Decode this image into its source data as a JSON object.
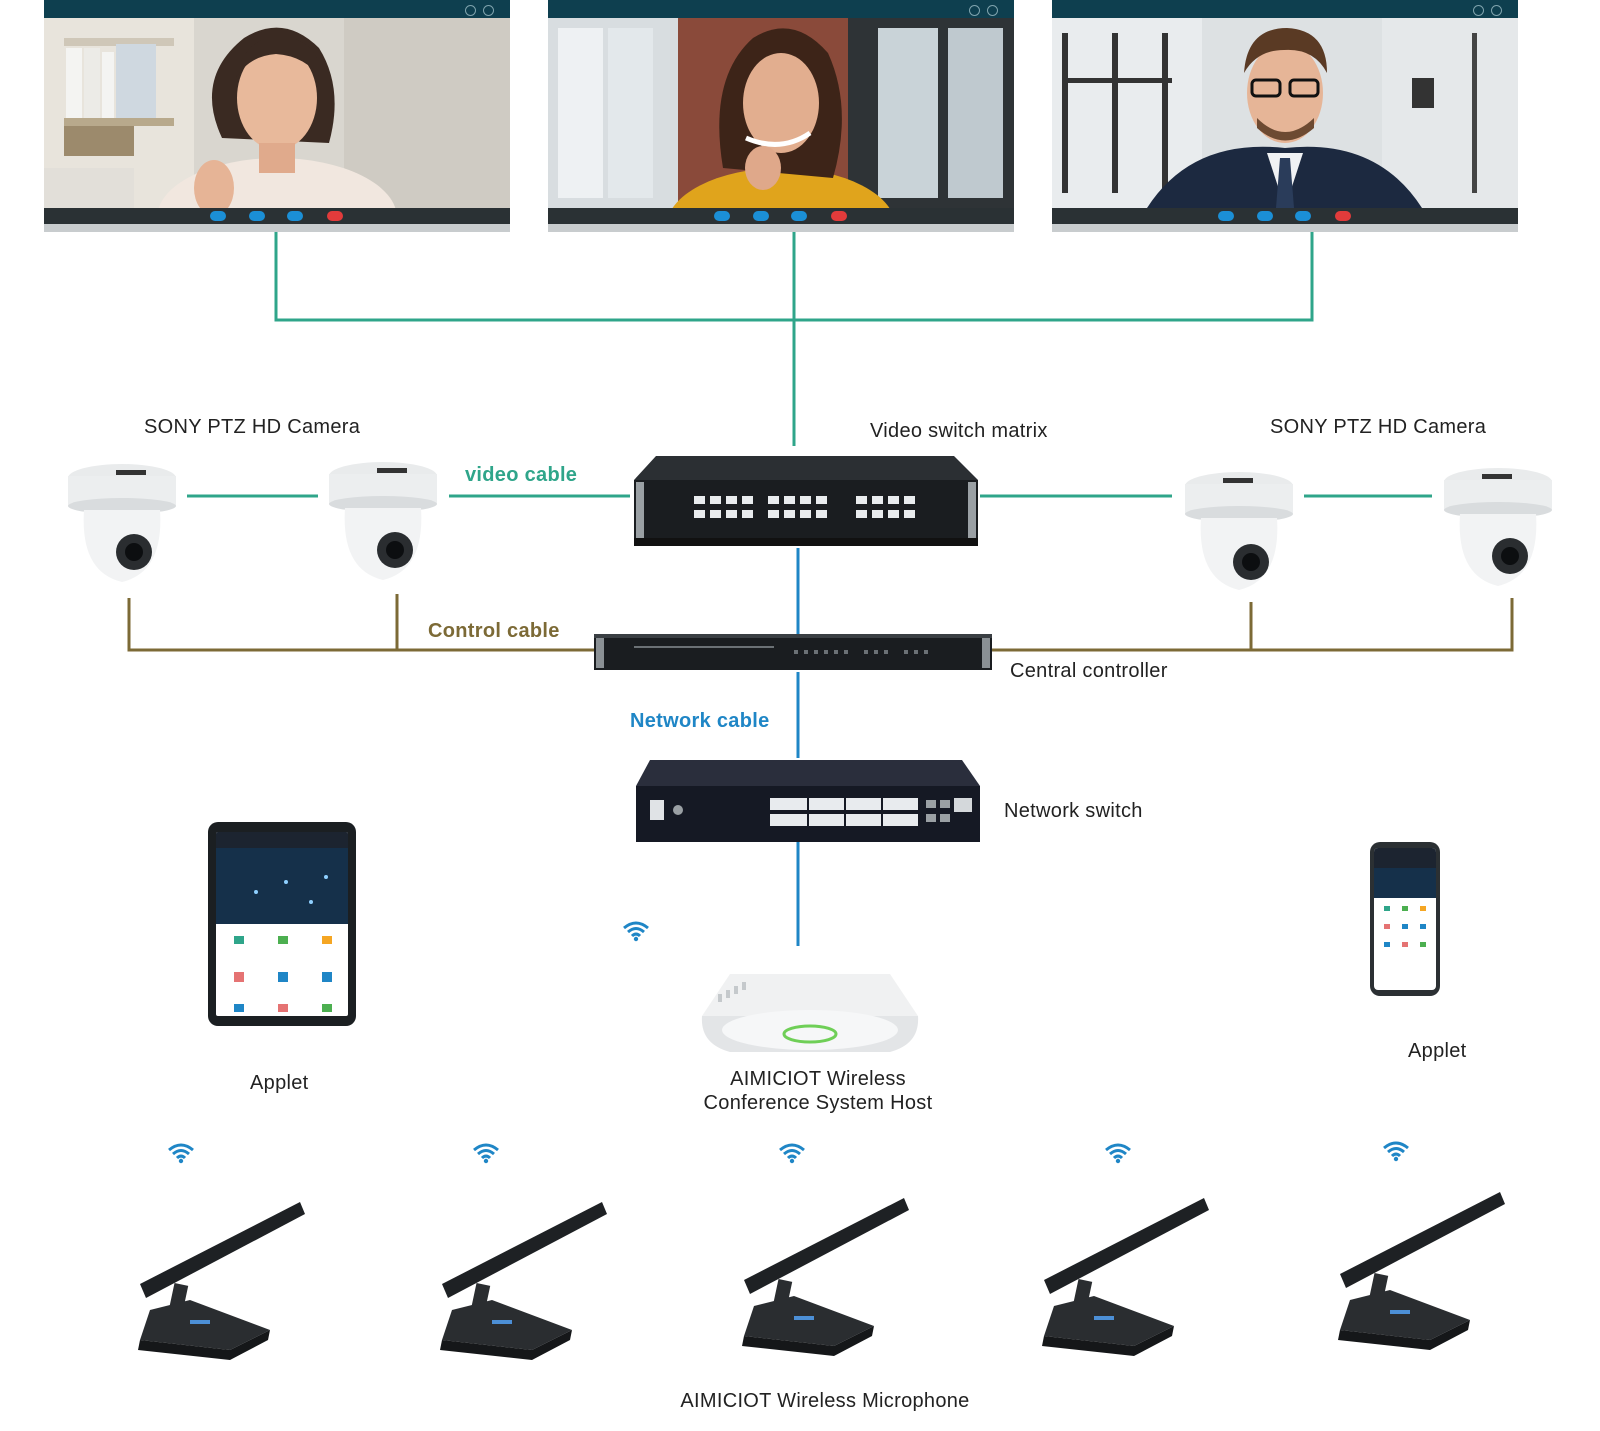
{
  "monitors": [
    {
      "name": "monitor-left"
    },
    {
      "name": "monitor-center"
    },
    {
      "name": "monitor-right"
    }
  ],
  "call_buttons": [
    "video-icon",
    "signal-icon",
    "chat-icon",
    "hangup-icon"
  ],
  "colors": {
    "video_cable": "#2fa58a",
    "control_cable": "#7c6a36",
    "network_cable": "#1f86c6",
    "monitor_bar": "#0e3f4f"
  },
  "labels": {
    "camera_left": "SONY PTZ HD Camera",
    "camera_right": "SONY PTZ HD Camera",
    "video_switch_matrix": "Video switch matrix",
    "video_cable": "video cable",
    "control_cable": "Control cable",
    "central_controller": "Central controller",
    "network_cable": "Network cable",
    "network_switch": "Network switch",
    "applet_left": "Applet",
    "applet_right": "Applet",
    "host_line1": "AIMICIOT Wireless",
    "host_line2": "Conference System Host",
    "wireless_microphone": "AIMICIOT Wireless Microphone"
  },
  "icons": {
    "wifi": "wifi-icon",
    "camera": "ptz-camera-icon",
    "microphone": "gooseneck-microphone-icon"
  }
}
